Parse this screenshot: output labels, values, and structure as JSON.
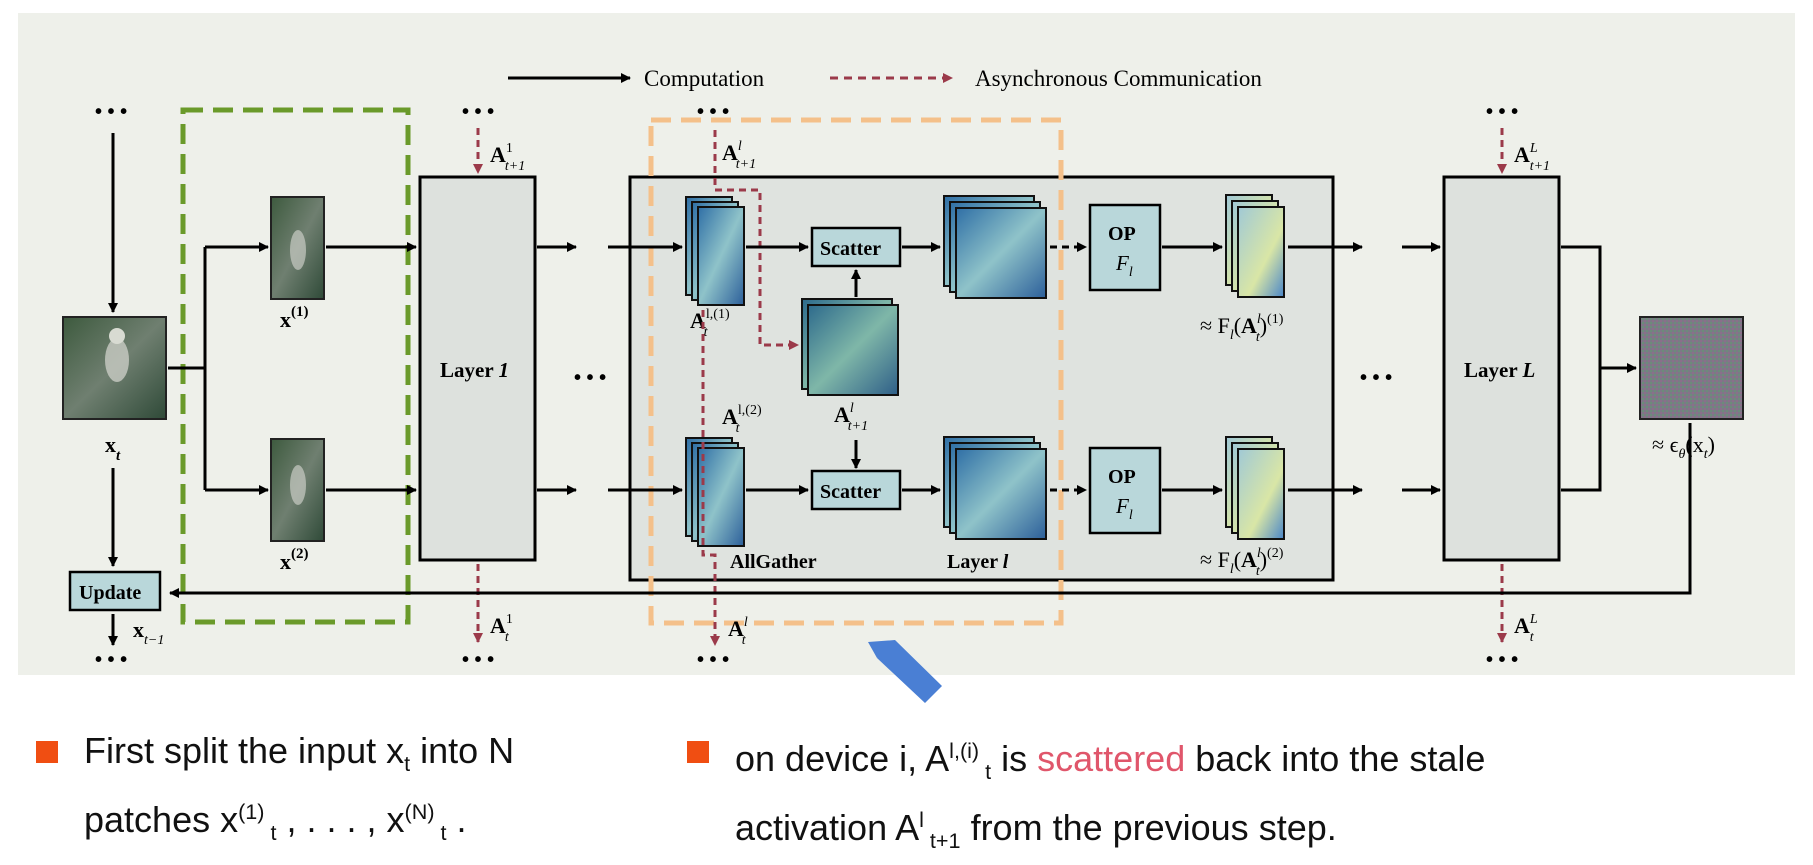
{
  "legend": {
    "computation": "Computation",
    "async": "Asynchronous Communication"
  },
  "labels": {
    "xt": "x",
    "xt_sub": "t",
    "x1": "x",
    "x1_sup": "(1)",
    "x2": "x",
    "x2_sup": "(2)",
    "layer1": "Layer",
    "layer1_num": "1",
    "layerL": "Layer",
    "layerL_sym": "L",
    "layer_l": "Layer",
    "layer_l_sym": "l",
    "scatter": "Scatter",
    "op": "OP",
    "op_sym": "F",
    "allgather": "AllGather",
    "update": "Update",
    "xt_minus1": "x",
    "xt_minus1_sub": "t−1",
    "A": "A",
    "approx_F1": "≈ F",
    "approx_F2": "≈ F",
    "eps": "≈ ϵ",
    "eps_sub": "θ",
    "eps_arg": "(x",
    "ellipsis": "• • •"
  },
  "bullets": [
    {
      "p1": "First split the input x",
      "s1": "t",
      "p2": " into N",
      "p3": "patches x",
      "sup1": "(1)",
      "s2": " t",
      "p4": " , . . . , x",
      "sup2": "(N)",
      "s3": " t",
      "p5": " ."
    },
    {
      "p1": "on device i, A",
      "sup1": "l,(i)",
      "s1": " t",
      "p2": " is ",
      "hl": "scattered",
      "p3": " back into the stale",
      "p4": "activation A",
      "sup2": "l",
      "s2": " t+1",
      "p5": " from the previous step."
    }
  ],
  "colors": {
    "panel": "#eef0ea",
    "box": "#dde1dd",
    "op_box": "#b9d7da",
    "green_dash": "#6a9a2a",
    "orange_dash": "#f4c08a",
    "async_arrow": "#9b3a4a",
    "pointer": "#4a7fd4",
    "bullet": "#f04e12",
    "highlight": "#e0566b"
  }
}
